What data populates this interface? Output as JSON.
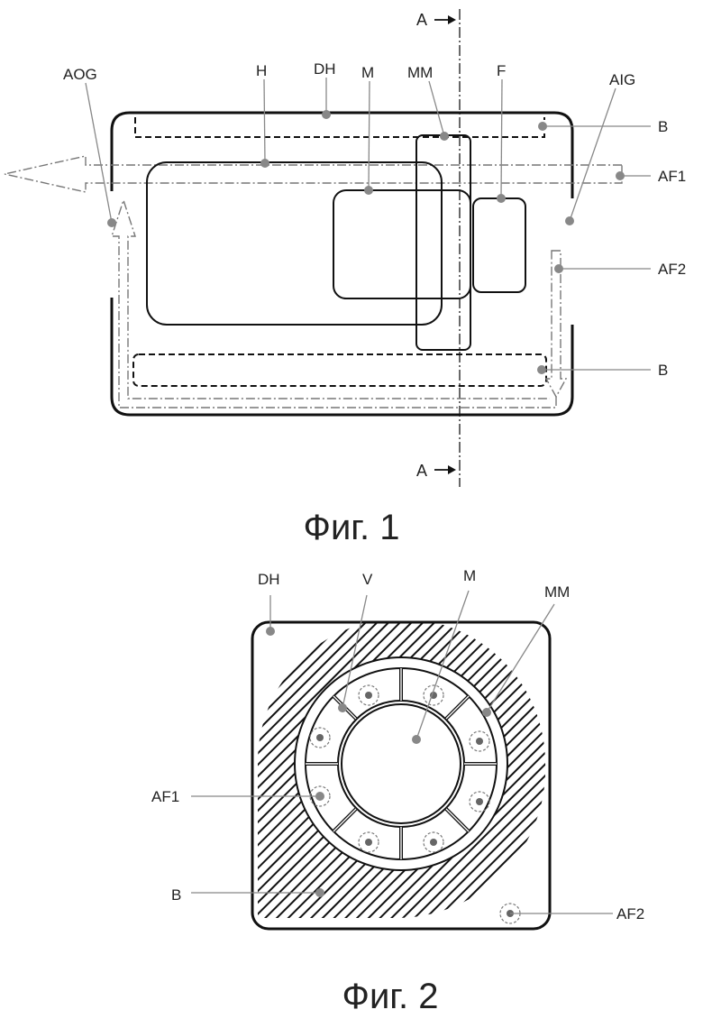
{
  "figure1": {
    "caption": "Фиг. 1",
    "section_label_top": "A",
    "section_label_bottom": "A",
    "labels": {
      "aog": "AOG",
      "h": "H",
      "dh": "DH",
      "m": "M",
      "mm": "MM",
      "f": "F",
      "aig": "AIG",
      "b_top": "B",
      "af1": "AF1",
      "af2": "AF2",
      "b_bottom": "B"
    }
  },
  "figure2": {
    "caption": "Фиг. 2",
    "labels": {
      "dh": "DH",
      "v": "V",
      "m": "M",
      "mm": "MM",
      "af1": "AF1",
      "b": "B",
      "af2": "AF2"
    }
  },
  "colors": {
    "line": "#111111",
    "leader": "#888888",
    "background": "#ffffff"
  }
}
